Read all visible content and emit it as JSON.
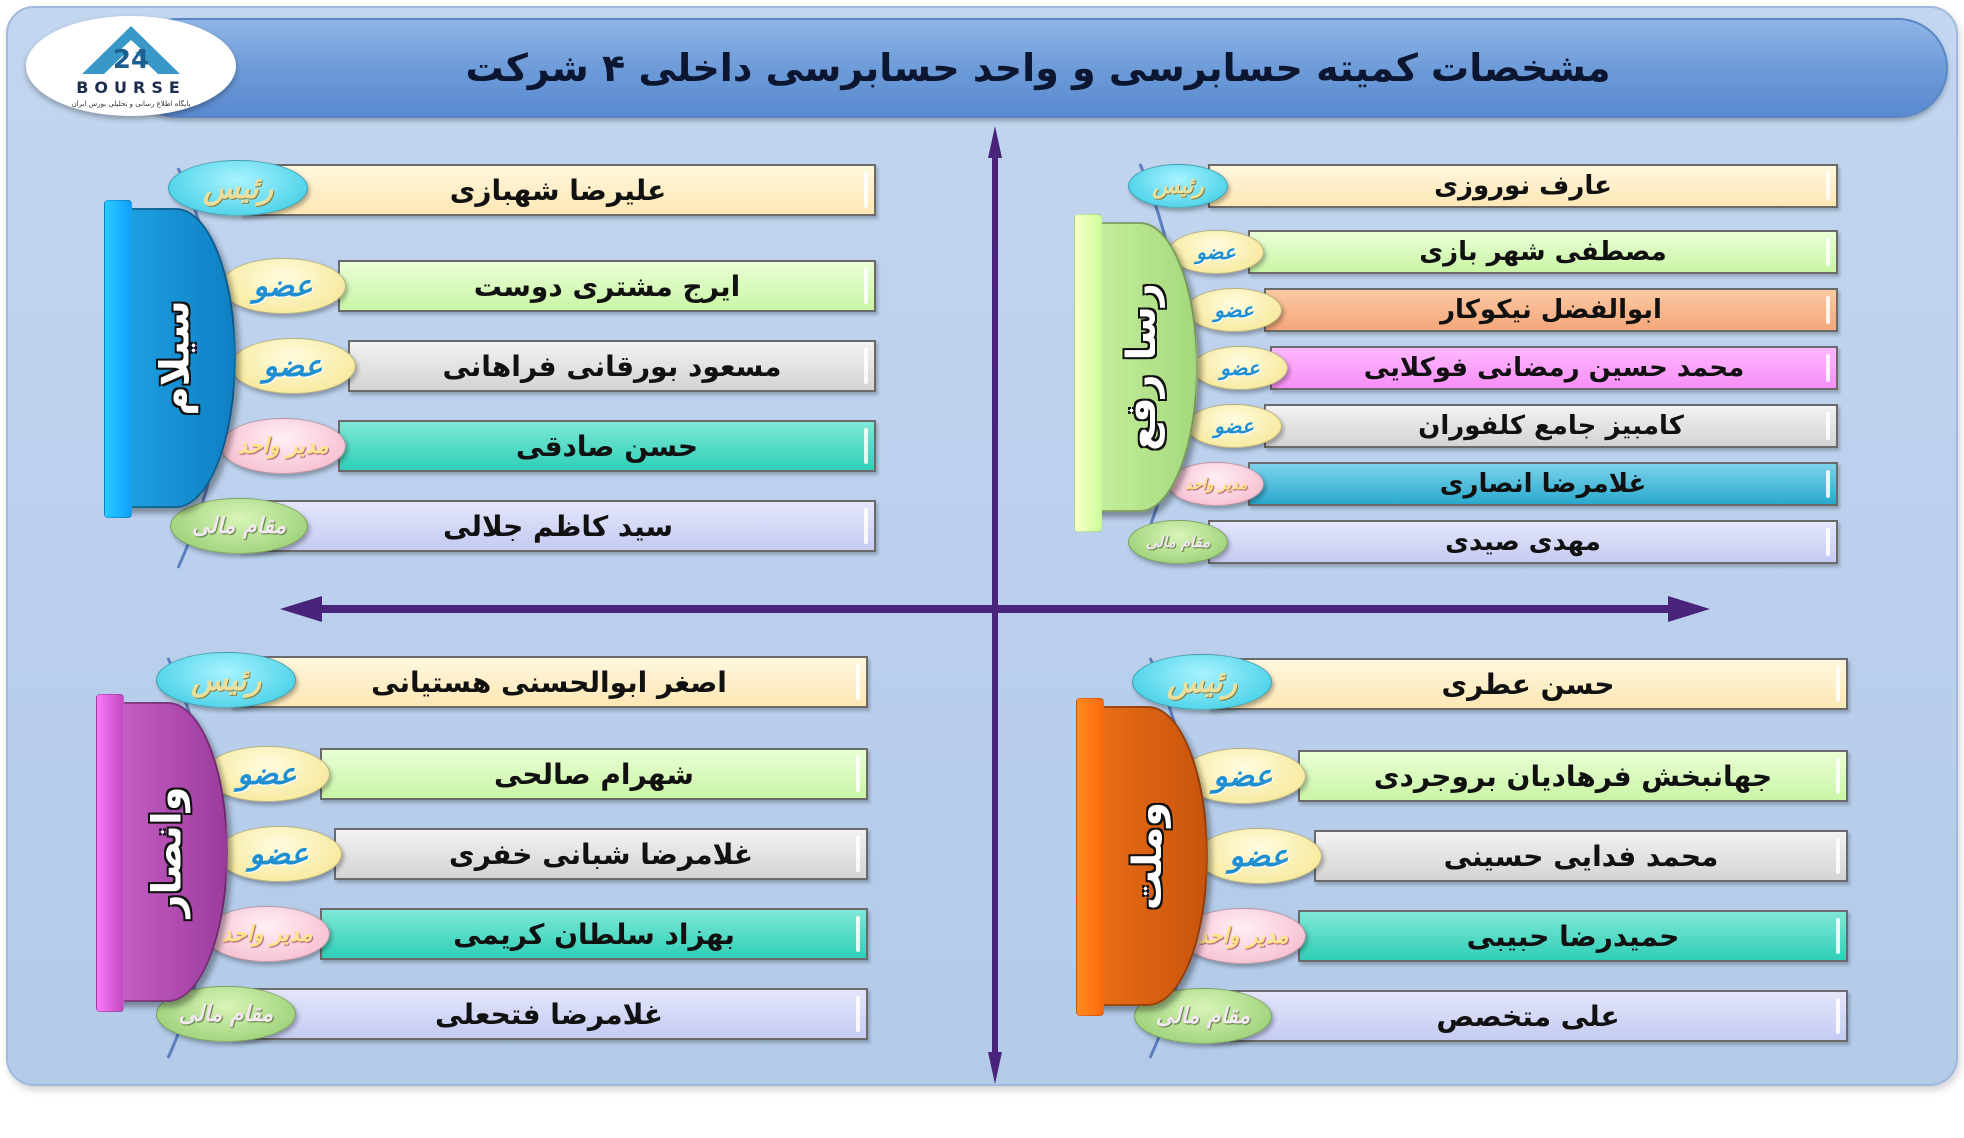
{
  "title": "مشخصات کمیته حسابرسی و واحد حسابرسی داخلی ۴ شرکت",
  "logo": {
    "word": "BOURSE",
    "tagline": "پایگاه اطلاع رسانی و تحلیلی بورس ایران",
    "icon": "bourse24-logo"
  },
  "colors": {
    "axis": "#4a237a",
    "background": "#c3d6ef",
    "header": "#6b9ad8"
  },
  "roles": {
    "head": "رئیس",
    "member": "عضو",
    "manager": "مدیر واحد",
    "finance": "مقام مالی"
  },
  "companies": {
    "top_left": {
      "name": "سیلام",
      "members": [
        {
          "role": "head",
          "name": "علیرضا شهبازی"
        },
        {
          "role": "member",
          "name": "ایرج مشتری دوست"
        },
        {
          "role": "member",
          "name": "مسعود بورقانی فراهانی"
        },
        {
          "role": "manager",
          "name": "حسن صادقی"
        },
        {
          "role": "finance",
          "name": "سید کاظم جلالی"
        }
      ]
    },
    "top_right": {
      "name": "رسا رفع",
      "members": [
        {
          "role": "head",
          "name": "عارف نوروزی"
        },
        {
          "role": "member",
          "name": "مصطفی شهر بازی"
        },
        {
          "role": "member",
          "name": "ابوالفضل نیکوکار"
        },
        {
          "role": "member",
          "name": "محمد حسین رمضانی فوکلایی"
        },
        {
          "role": "member",
          "name": "کامبیز جامع کلفوران"
        },
        {
          "role": "manager",
          "name": "غلامرضا انصاری"
        },
        {
          "role": "finance",
          "name": "مهدی صیدی"
        }
      ]
    },
    "bottom_left": {
      "name": "وانصار",
      "members": [
        {
          "role": "head",
          "name": "اصغر ابوالحسنی هستیانی"
        },
        {
          "role": "member",
          "name": "شهرام صالحی"
        },
        {
          "role": "member",
          "name": "غلامرضا شبانی خفری"
        },
        {
          "role": "manager",
          "name": "بهزاد سلطان کریمی"
        },
        {
          "role": "finance",
          "name": "غلامرضا فتحعلی"
        }
      ]
    },
    "bottom_right": {
      "name": "وملت",
      "members": [
        {
          "role": "head",
          "name": "حسن عطری"
        },
        {
          "role": "member",
          "name": "جهانبخش فرهادیان بروجردی"
        },
        {
          "role": "member",
          "name": "محمد فدایی حسینی"
        },
        {
          "role": "manager",
          "name": "حمیدرضا حبیبی"
        },
        {
          "role": "finance",
          "name": "علی متخصص"
        }
      ]
    }
  }
}
